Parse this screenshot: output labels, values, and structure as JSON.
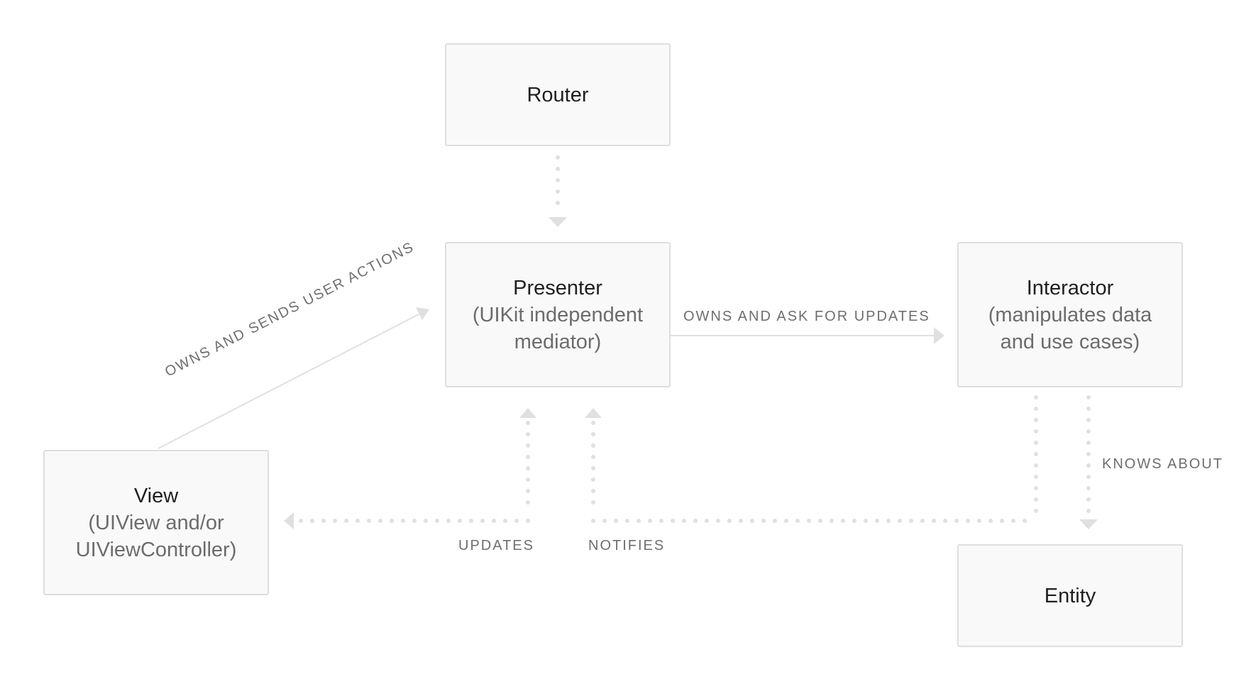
{
  "nodes": {
    "router": {
      "title": "Router",
      "subtitle": ""
    },
    "presenter": {
      "title": "Presenter",
      "subtitle": "(UIKit independent\nmediator)"
    },
    "interactor": {
      "title": "Interactor",
      "subtitle": "(manipulates data\nand use cases)"
    },
    "view": {
      "title": "View",
      "subtitle": "(UIView and/or\nUIViewController)"
    },
    "entity": {
      "title": "Entity",
      "subtitle": ""
    }
  },
  "edges": {
    "view_to_presenter": "OWNS AND SENDS USER ACTIONS",
    "presenter_to_interactor": "OWNS AND ASK FOR UPDATES",
    "interactor_to_entity": "KNOWS ABOUT",
    "presenter_to_view": "UPDATES",
    "interactor_to_presenter": "NOTIFIES"
  },
  "colors": {
    "box_fill": "#f9f9f9",
    "box_border": "#dedede",
    "connector": "#e0e0e0",
    "label": "#6e6e6e"
  }
}
